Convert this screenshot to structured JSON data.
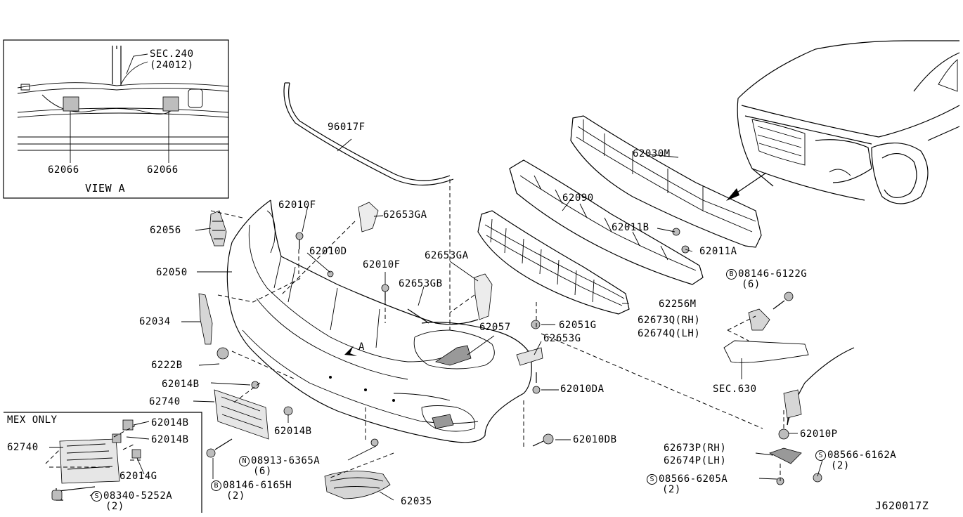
{
  "view_a": {
    "sec_ref": "SEC.240",
    "sec_part": "(24012)",
    "label_left": "62066",
    "label_right": "62066",
    "title": "VIEW A"
  },
  "mex_only": {
    "title": "MEX ONLY",
    "part_62740": "62740",
    "part_62014B_a": "62014B",
    "part_62014B_b": "62014B",
    "part_62014G": "62014G",
    "screw_sym": "S",
    "screw_part": "08340-5252A",
    "screw_qty": "(2)"
  },
  "parts": {
    "p96017F": "96017F",
    "p62030M": "62030M",
    "p62090": "62090",
    "p62011B": "62011B",
    "p62011A": "62011A",
    "p62010F_a": "62010F",
    "p62056": "62056",
    "p62653GA_a": "62653GA",
    "p62010D": "62010D",
    "p62050": "62050",
    "p62010F_b": "62010F",
    "p62653GA_b": "62653GA",
    "p62653GB": "62653GB",
    "p62034": "62034",
    "p62256M": "62256M",
    "p62057": "62057",
    "p62051G": "62051G",
    "p62653G": "62653G",
    "p62673Q": "62673Q(RH)",
    "p62674Q": "62674Q(LH)",
    "p6222B": "6222B",
    "p62014B_a": "62014B",
    "p62740": "62740",
    "p62014B_b": "62014B",
    "p62010DA": "62010DA",
    "sec630": "SEC.630",
    "p62010DB": "62010DB",
    "p62010P": "62010P",
    "p62673P": "62673P(RH)",
    "p62674P": "62674P(LH)",
    "p62035": "62035",
    "view_marker": "A"
  },
  "fasteners": {
    "b1_sym": "B",
    "b1_part": "08146-6122G",
    "b1_qty": "(6)",
    "n_sym": "N",
    "n_part": "08913-6365A",
    "n_qty": "(6)",
    "b2_sym": "B",
    "b2_part": "08146-6165H",
    "b2_qty": "(2)",
    "s1_sym": "S",
    "s1_part": "08566-6162A",
    "s1_qty": "(2)",
    "s2_sym": "S",
    "s2_part": "08566-6205A",
    "s2_qty": "(2)"
  },
  "diagram_code": "J620017Z"
}
